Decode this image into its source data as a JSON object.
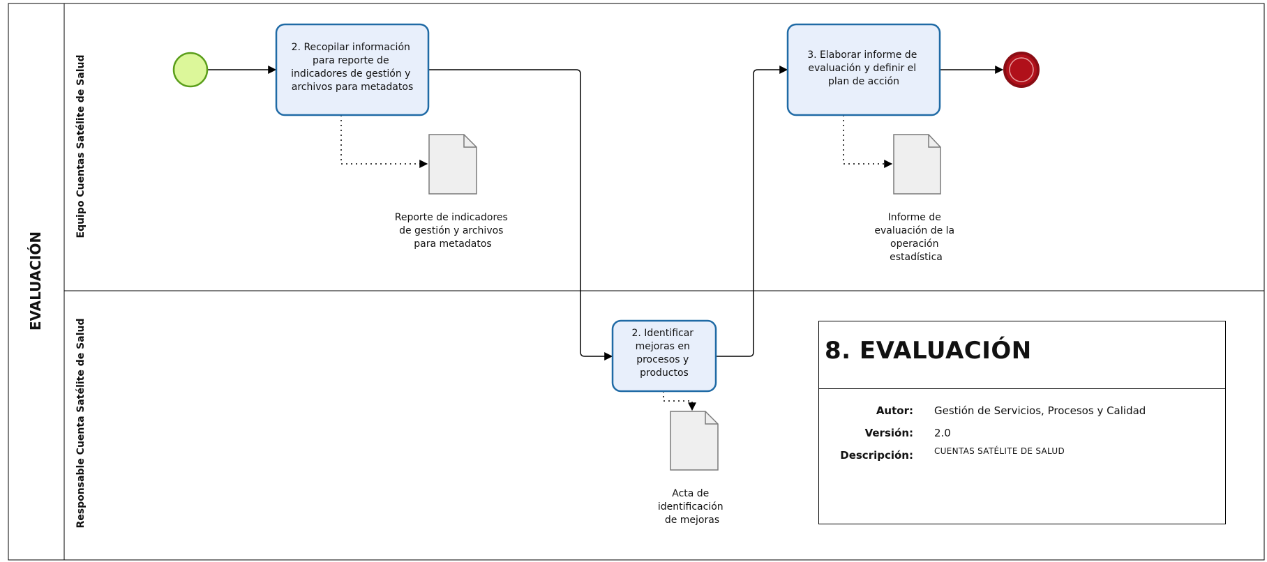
{
  "pool": {
    "name": "EVALUACIÓN"
  },
  "lanes": [
    {
      "name": "Equipo Cuentas Satélite de Salud"
    },
    {
      "name": "Responsable Cuenta Satélite de Salud"
    }
  ],
  "tasks": [
    {
      "lines": [
        "2. Recopilar información",
        "para reporte de",
        "indicadores de gestión y",
        "archivos para metadatos"
      ]
    },
    {
      "lines": [
        "2. Identificar",
        "mejoras en",
        "procesos y",
        "productos"
      ]
    },
    {
      "lines": [
        "3. Elaborar informe de",
        "evaluación y definir el",
        "plan de acción"
      ]
    }
  ],
  "documents": [
    {
      "lines": [
        "Reporte de indicadores",
        "de gestión y archivos",
        "para metadatos"
      ]
    },
    {
      "lines": [
        "Acta de",
        "identificación",
        "de mejoras"
      ]
    },
    {
      "lines": [
        "Informe de",
        "evaluación de la",
        "operación",
        "estadística"
      ]
    }
  ],
  "info_box": {
    "title": "8. EVALUACIÓN",
    "author_label": "Autor:",
    "author": "Gestión de Servicios, Procesos y Calidad",
    "version_label": "Versión:",
    "version": "2.0",
    "description_label": "Descripción:",
    "description": "CUENTAS SATÉLITE DE SALUD"
  },
  "colors": {
    "task_fill": "#e8effb",
    "task_stroke": "#1f6aa5",
    "start_fill": "#dcf79a",
    "start_stroke": "#5a9e1a",
    "end_fill": "#b0101a",
    "end_stroke": "#8a0d14",
    "doc_fill": "#efefef",
    "doc_stroke": "#7a7a7a"
  }
}
